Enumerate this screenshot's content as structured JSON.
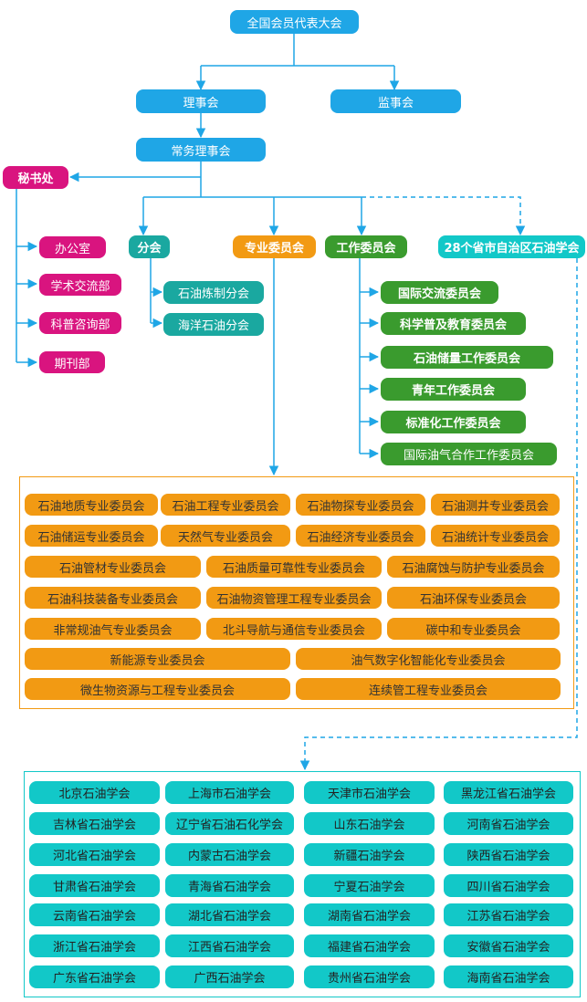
{
  "top": {
    "congress": "全国会员代表大会",
    "council": "理事会",
    "supervisors": "监事会",
    "standing": "常务理事会",
    "secretariat": "秘书处"
  },
  "secretariat_items": [
    "办公室",
    "学术交流部",
    "科普咨询部",
    "期刊部"
  ],
  "branches": {
    "label": "分会",
    "items": [
      "石油炼制分会",
      "海洋石油分会"
    ]
  },
  "special": {
    "label": "专业委员会",
    "items": [
      "石油地质专业委员会",
      "石油工程专业委员会",
      "石油物探专业委员会",
      "石油测井专业委员会",
      "石油储运专业委员会",
      "天然气专业委员会",
      "石油经济专业委员会",
      "石油统计专业委员会",
      "石油管材专业委员会",
      "石油质量可靠性专业委员会",
      "石油腐蚀与防护专业委员会",
      "石油科技装备专业委员会",
      "石油物资管理工程专业委员会",
      "石油环保专业委员会",
      "非常规油气专业委员会",
      "北斗导航与通信专业委员会",
      "碳中和专业委员会",
      "新能源专业委员会",
      "油气数字化智能化专业委员会",
      "微生物资源与工程专业委员会",
      "连续管工程专业委员会"
    ]
  },
  "work": {
    "label": "工作委员会",
    "items": [
      "国际交流委员会",
      "科学普及教育委员会",
      "石油储量工作委员会",
      "青年工作委员会",
      "标准化工作委员会",
      "国际油气合作工作委员会"
    ]
  },
  "provincial": {
    "label": "28个省市自治区石油学会",
    "items": [
      "北京石油学会",
      "上海市石油学会",
      "天津市石油学会",
      "黑龙江省石油学会",
      "吉林省石油学会",
      "辽宁省石油石化学会",
      "山东石油学会",
      "河南省石油学会",
      "河北省石油学会",
      "内蒙古石油学会",
      "新疆石油学会",
      "陕西省石油学会",
      "甘肃省石油学会",
      "青海省石油学会",
      "宁夏石油学会",
      "四川省石油学会",
      "云南省石油学会",
      "湖北省石油学会",
      "湖南省石油学会",
      "江苏省石油学会",
      "浙江省石油学会",
      "江西省石油学会",
      "福建省石油学会",
      "安徽省石油学会",
      "广东省石油学会",
      "广西石油学会",
      "贵州省石油学会",
      "海南省石油学会"
    ]
  },
  "colors": {
    "blue": "#1fa6e6",
    "magenta": "#d9147f",
    "teal": "#1aa8a0",
    "orange": "#f29a13",
    "green": "#3a9b2e",
    "cyan": "#12c8c8"
  }
}
